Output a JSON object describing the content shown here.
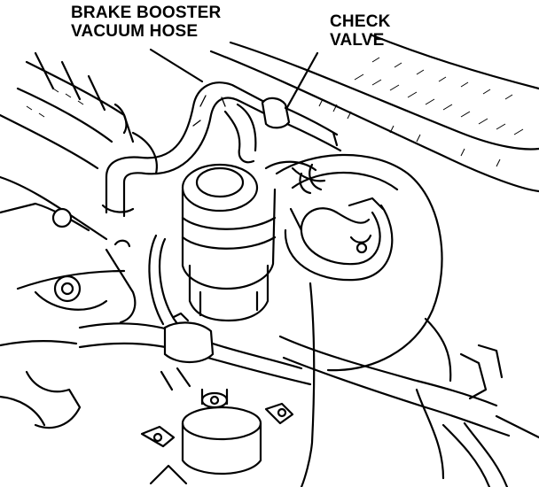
{
  "labels": {
    "booster_hose_line1": "BRAKE BOOSTER",
    "booster_hose_line2": "VACUUM HOSE",
    "check_valve_line1": "CHECK",
    "check_valve_line2": "VALVE"
  }
}
